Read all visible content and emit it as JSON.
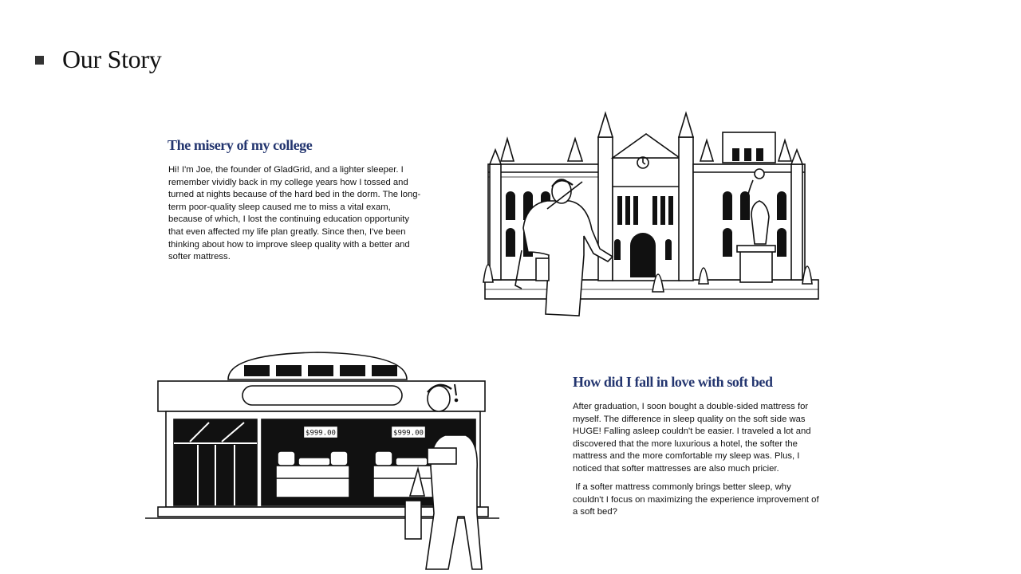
{
  "page": {
    "title": "Our Story"
  },
  "section1": {
    "heading": "The misery of my college",
    "body": "Hi! I'm Joe, the founder of GladGrid, and a lighter sleeper. I remember vividly back in my college years how I tossed and turned at nights because of the hard bed in the dorm. The long-term poor-quality sleep caused me to miss a vital exam, because of which, I lost the continuing education opportunity that even affected my life plan greatly. Since then, I've been thinking about how to improve sleep quality with a better and softer mattress."
  },
  "section2": {
    "heading": "How did I fall in love with soft bed",
    "body1": "After graduation, I soon bought a double-sided mattress for myself. The difference in sleep quality on the soft side was HUGE! Falling asleep couldn't be easier. I traveled a lot and discovered that the more luxurious a hotel, the softer the mattress and the more comfortable my sleep was. Plus, I noticed that softer mattresses are also much pricier.",
    "body2": " If a softer mattress commonly brings better sleep, why couldn't I focus on maximizing the experience improvement of a soft bed?"
  },
  "store": {
    "price_tag_1": "$999.00",
    "price_tag_2": "$999.00"
  },
  "icons": {
    "bullet": "square-bullet-icon",
    "college_illustration": "college-building-illustration",
    "store_illustration": "mattress-store-illustration"
  }
}
